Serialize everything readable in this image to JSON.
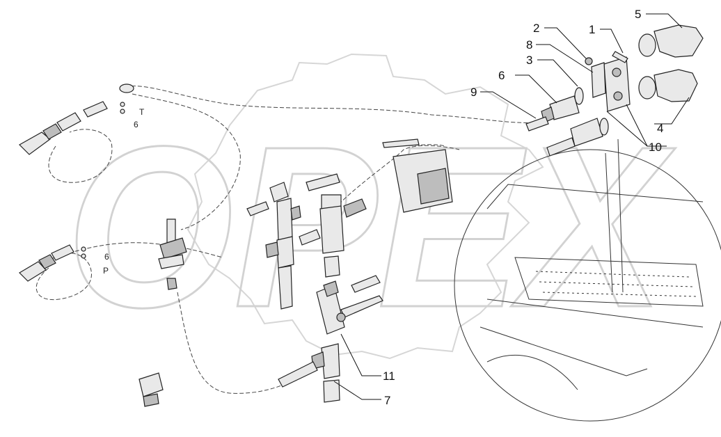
{
  "watermark": {
    "text": "OPEX",
    "color": "#d0d0d0"
  },
  "callouts": [
    {
      "id": "c1",
      "text": "1"
    },
    {
      "id": "c2",
      "text": "2"
    },
    {
      "id": "c3",
      "text": "3"
    },
    {
      "id": "c4",
      "text": "4"
    },
    {
      "id": "c5",
      "text": "5"
    },
    {
      "id": "c6",
      "text": "6"
    },
    {
      "id": "c7",
      "text": "7"
    },
    {
      "id": "c8",
      "text": "8"
    },
    {
      "id": "c9",
      "text": "9"
    },
    {
      "id": "c10",
      "text": "10"
    },
    {
      "id": "c11",
      "text": "11"
    }
  ],
  "hose_marks": {
    "t_letter": "T",
    "t_number": "6",
    "p_letter": "P",
    "p_number": "6"
  },
  "colors": {
    "line": "#222222",
    "fill": "#e9e9e9",
    "background": "#ffffff"
  }
}
